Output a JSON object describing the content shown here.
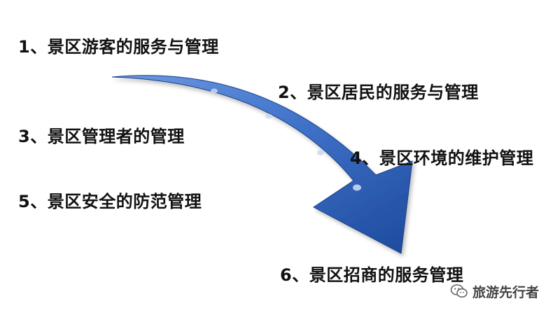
{
  "items": [
    "1、景区游客的服务与管理",
    "2、景区居民的服务与管理",
    "3、景区管理者的管理",
    "4、景区环境的维护管理",
    "5、景区安全的防范管理",
    "6、景区招商的服务管理"
  ],
  "watermark": {
    "text": "旅游先行者",
    "icon": "wechat-icon"
  },
  "colors": {
    "arrow_dark": "#1d4a9c",
    "arrow_mid": "#3f72c9",
    "arrow_light": "#7ea6e6",
    "dot": "#c8d8f0"
  }
}
